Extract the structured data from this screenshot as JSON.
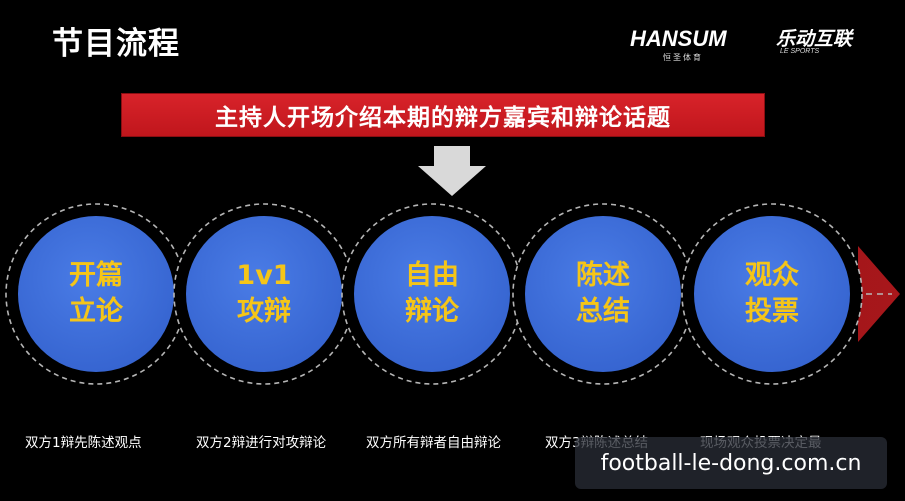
{
  "header": {
    "title": "节目流程"
  },
  "logos": {
    "hansum": "HANSUM",
    "hansum_sub": "恒圣体育",
    "le": "乐动互联",
    "le_sub": "LE SPORTS"
  },
  "banner": {
    "text": "主持人开场介绍本期的辩方嘉宾和辩论话题"
  },
  "stages": [
    {
      "title_line1": "开篇",
      "title_line2": "立论",
      "caption": "双方1辩先陈述观点"
    },
    {
      "title_line1": "1v1",
      "title_line2": "攻辩",
      "caption": "双方2辩进行对攻辩论"
    },
    {
      "title_line1": "自由",
      "title_line2": "辩论",
      "caption": "双方所有辩者自由辩论"
    },
    {
      "title_line1": "陈述",
      "title_line2": "总结",
      "caption": "双方3辩陈述总结"
    },
    {
      "title_line1": "观众",
      "title_line2": "投票",
      "caption": "现场观众投票决定最"
    }
  ],
  "watermark": {
    "text": "football-le-dong.com.cn"
  },
  "colors": {
    "banner_red": "#c8191f",
    "circle_blue": "#3e6fd8",
    "label_yellow": "#f5c518",
    "arrow_red": "#8e1418",
    "background": "#000000"
  },
  "icons": {
    "down_arrow": "down-arrow-icon",
    "flow_arrow": "right-arrow-icon"
  }
}
